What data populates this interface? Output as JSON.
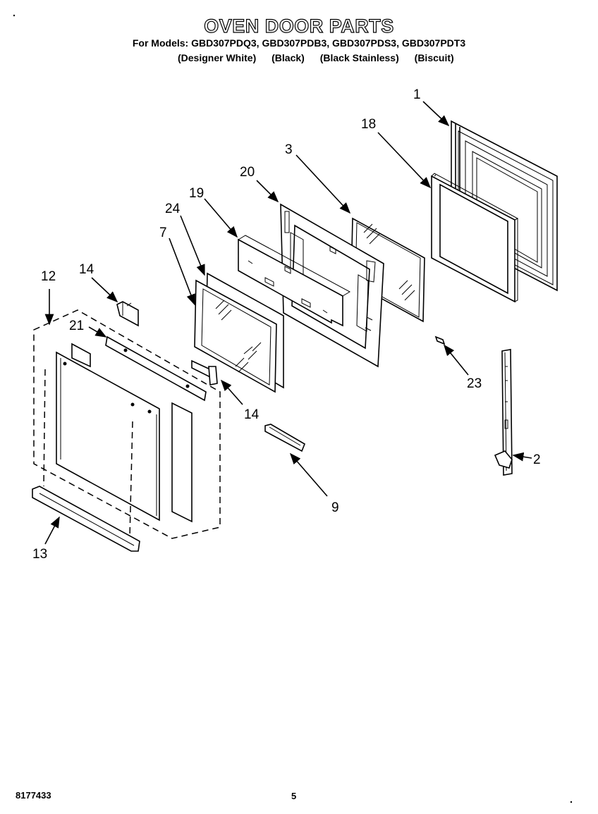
{
  "header": {
    "title": "OVEN DOOR PARTS",
    "models_line": "For Models: GBD307PDQ3, GBD307PDB3, GBD307PDS3, GBD307PDT3",
    "colors": [
      "(Designer White)",
      "(Black)",
      "(Black Stainless)",
      "(Biscuit)"
    ]
  },
  "callouts": {
    "c1": "1",
    "c18": "18",
    "c3": "3",
    "c20": "20",
    "c19": "19",
    "c24": "24",
    "c7": "7",
    "c12": "12",
    "c14a": "14",
    "c21": "21",
    "c14b": "14",
    "c23": "23",
    "c2": "2",
    "c9": "9",
    "c13": "13"
  },
  "footer": {
    "part_number": "8177433",
    "page": "5"
  }
}
